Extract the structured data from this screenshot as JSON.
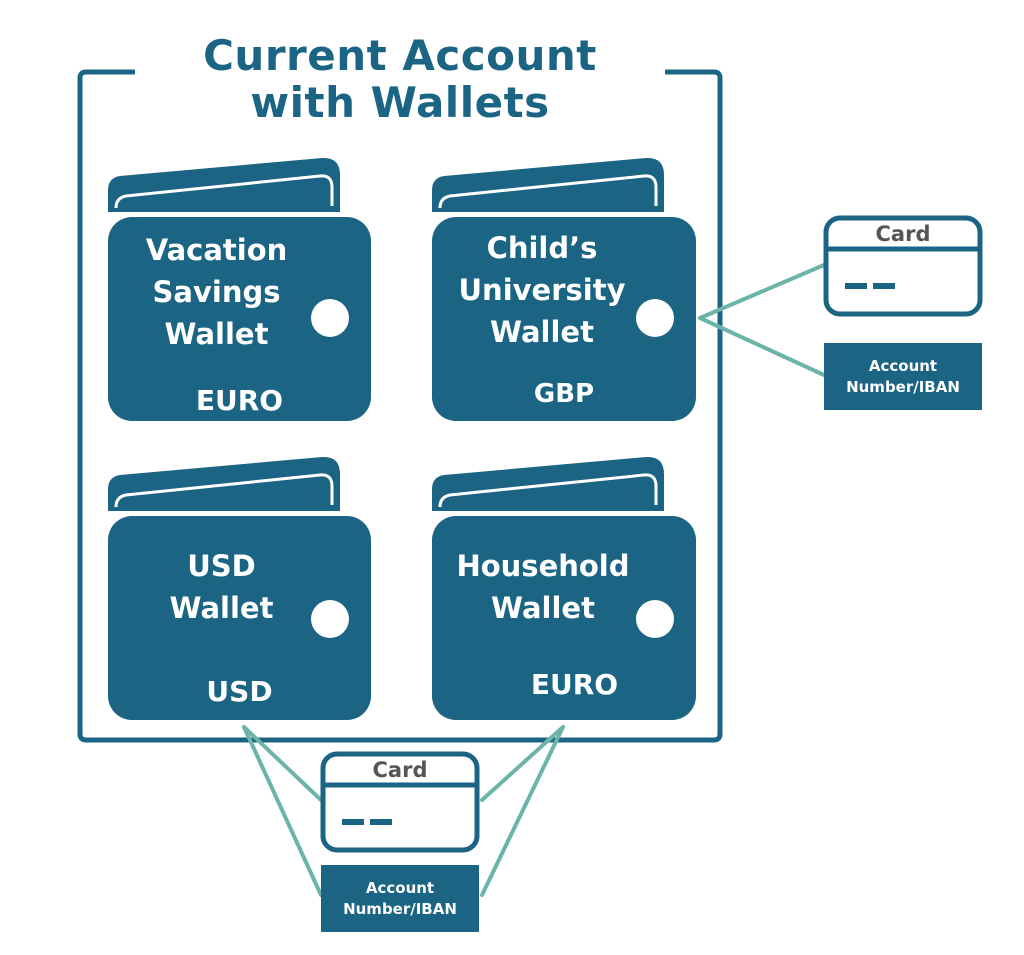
{
  "title": {
    "line1": "Current Account",
    "line2": "with Wallets"
  },
  "colors": {
    "primary": "#1b6484",
    "connector": "#6cb3a8",
    "card_text": "#555555",
    "background": "#ffffff"
  },
  "wallets": [
    {
      "lines": [
        "Vacation",
        "Savings",
        "Wallet"
      ],
      "currency": "EURO"
    },
    {
      "lines": [
        "Child’s",
        "University",
        "Wallet"
      ],
      "currency": "GBP"
    },
    {
      "lines": [
        "USD",
        "Wallet"
      ],
      "currency": "USD"
    },
    {
      "lines": [
        "Household",
        "Wallet"
      ],
      "currency": "EURO"
    }
  ],
  "right_card": {
    "label": "Card"
  },
  "right_account": {
    "line1": "Account",
    "line2": "Number/IBAN"
  },
  "bottom_card": {
    "label": "Card"
  },
  "bottom_account": {
    "line1": "Account",
    "line2": "Number/IBAN"
  }
}
